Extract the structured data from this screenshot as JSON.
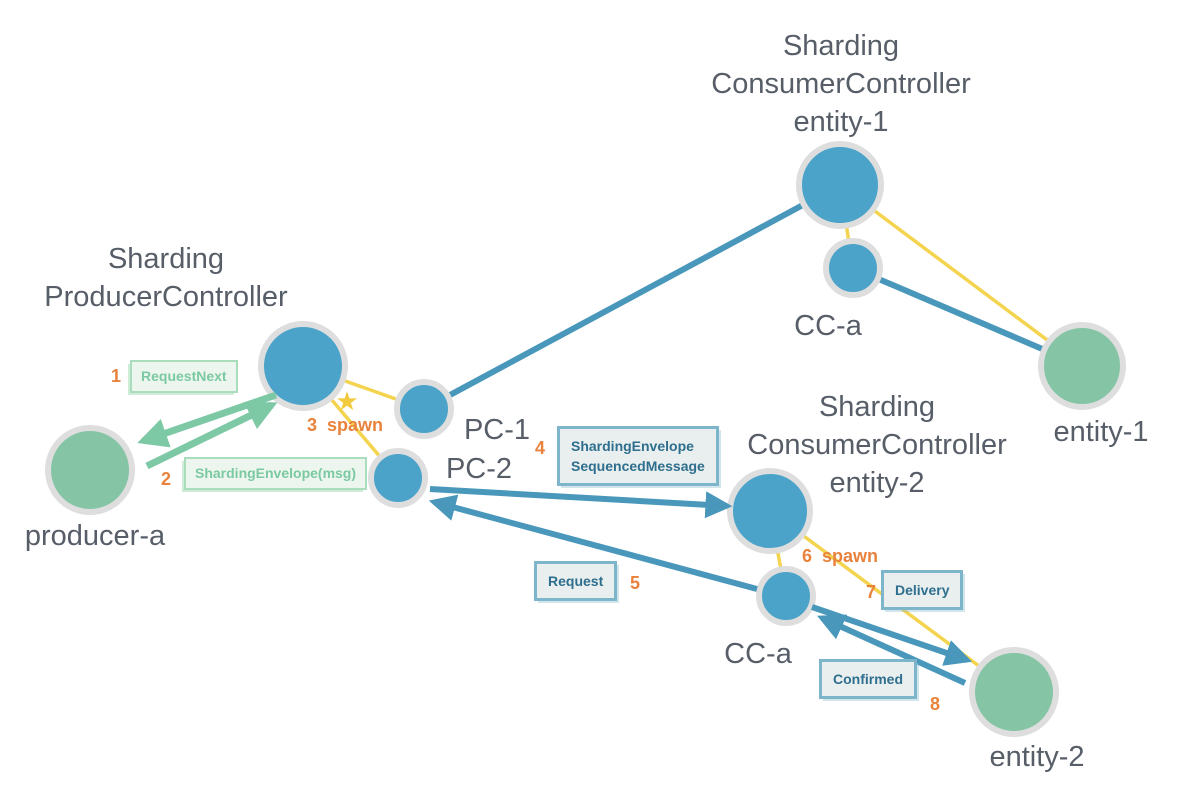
{
  "titles": {
    "consumer1": [
      "Sharding",
      "ConsumerController",
      "entity-1"
    ],
    "producer": [
      "Sharding",
      "ProducerController"
    ],
    "consumer2": [
      "Sharding",
      "ConsumerController",
      "entity-2"
    ]
  },
  "nodes": {
    "producer_a": "producer-a",
    "pc1": "PC-1",
    "pc2": "PC-2",
    "cc_a1": "CC-a",
    "entity1": "entity-1",
    "cc_a2": "CC-a",
    "entity2": "entity-2"
  },
  "steps": {
    "s1": {
      "num": "1",
      "label": "RequestNext"
    },
    "s2": {
      "num": "2",
      "label": "ShardingEnvelope(msg)"
    },
    "s3": {
      "num": "3",
      "label": "spawn"
    },
    "s4": {
      "num": "4",
      "line1": "ShardingEnvelope",
      "line2": "SequencedMessage"
    },
    "s5": {
      "num": "5",
      "label": "Request"
    },
    "s6": {
      "num": "6",
      "label": "spawn"
    },
    "s7": {
      "num": "7",
      "label": "Delivery"
    },
    "s8": {
      "num": "8",
      "label": "Confirmed"
    }
  },
  "icons": {
    "spawn_star": "★"
  },
  "colors": {
    "node-blue": "#4ba3c9",
    "node-green": "#85c5a6",
    "node-ring": "#dedede",
    "edge-blue": "#4997bb",
    "edge-yellow": "#f4d44f",
    "arrow-green": "#7dc8a5",
    "orange": "#e8823c",
    "text-dark": "#575e68",
    "green-box-bg": "#edf6ee",
    "green-box-border": "#a9ddbb",
    "green-box-text": "#7bc9a2",
    "blue-box-bg": "#e9efee",
    "blue-box-border": "#7db5cb",
    "blue-box-text": "#2e6e8e",
    "star-yellow": "#f2ca3e"
  }
}
